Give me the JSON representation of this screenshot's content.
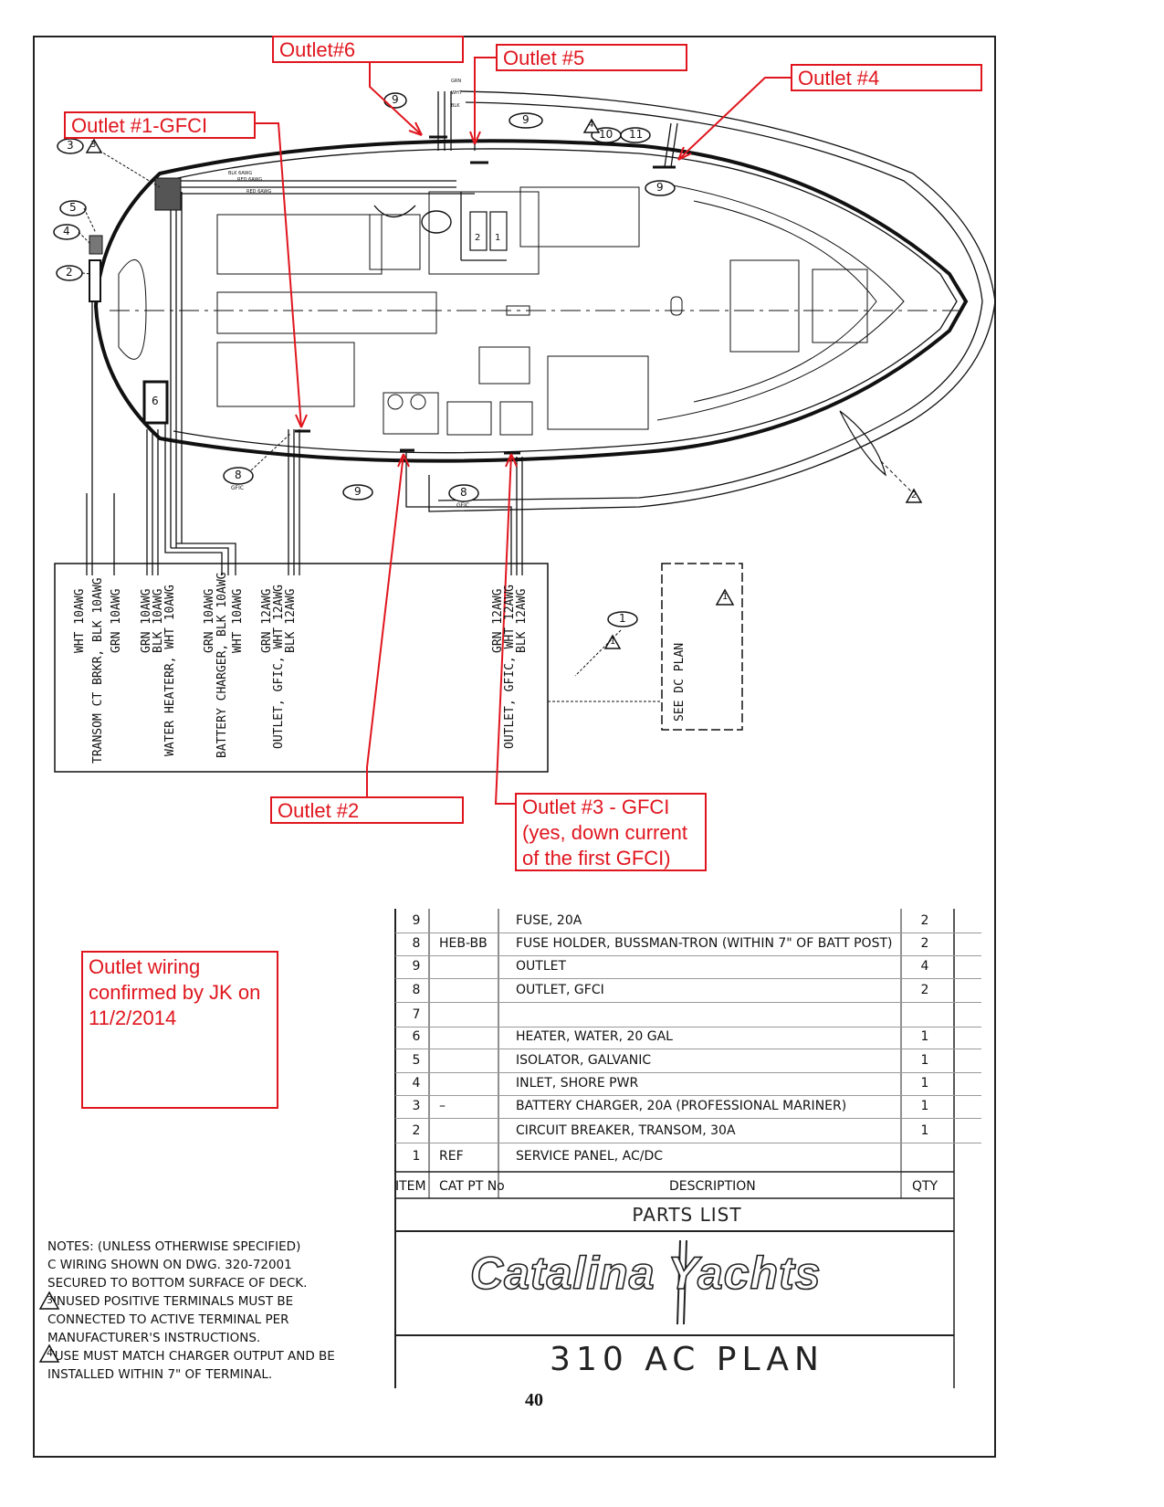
{
  "annotations": {
    "outlet6": "Outlet#6",
    "outlet5": "Outlet #5",
    "outlet4": "Outlet #4",
    "outlet1": "Outlet #1-GFCI",
    "outlet2": "Outlet #2",
    "outlet3_line1": "Outlet #3 - GFCI",
    "outlet3_line2": "(yes, down current",
    "outlet3_line3": "of the first GFCI)",
    "confirm_line1": "Outlet wiring",
    "confirm_line2": "confirmed by JK on",
    "confirm_line3": "11/2/2014"
  },
  "wiring_labels": {
    "w1": "WHT 10AWG",
    "w2": "TRANSOM CT BRKR, BLK 10AWG",
    "w3": "GRN 10AWG",
    "w4": "GRN 10AWG",
    "w5": "BLK 10AWG",
    "w6": "WATER HEATERR, WHT 10AWG",
    "w7": "GRN 10AWG",
    "w8": "BATTERY CHARGER, BLK 10AWG",
    "w9": "WHT 10AWG",
    "w10": "GRN 12AWG",
    "w11": "OUTLET, GFIC, WHT 12AWG",
    "w12": "BLK 12AWG",
    "w13": "GRN 12AWG",
    "w14": "OUTLET, GFIC, WHT 12AWG",
    "w15": "BLK 12AWG",
    "see_dc": "SEE DC PLAN"
  },
  "callouts": {
    "c9a": "9",
    "c9b": "9",
    "c9c": "9",
    "c9d": "9",
    "c10": "10",
    "c11": "11",
    "c4tri": "4",
    "c3": "3",
    "c3tri": "3",
    "c5": "5",
    "c4": "4",
    "c2": "2",
    "c6": "6",
    "c8a": "8",
    "c8b": "8",
    "c1": "1",
    "c1tri": "1",
    "c2tri": "2",
    "gfic_a": "GFIC",
    "gfic_b": "GFIC",
    "bat1": "1",
    "bat2": "2",
    "grn": "GRN",
    "wht": "WHT",
    "blk": "BLK",
    "blk6": "BLK 6AWG",
    "red6": "RED 6AWG",
    "red": "RED 6AWG"
  },
  "parts_list": {
    "rows": [
      {
        "item": "9",
        "cat": "",
        "desc": "FUSE, 20A",
        "qty": "2"
      },
      {
        "item": "8",
        "cat": "HEB-BB",
        "desc": "FUSE HOLDER, BUSSMAN-TRON (WITHIN 7\" OF BATT POST)",
        "qty": "2"
      },
      {
        "item": "9",
        "cat": "",
        "desc": "OUTLET",
        "qty": "4"
      },
      {
        "item": "8",
        "cat": "",
        "desc": "OUTLET, GFCI",
        "qty": "2"
      },
      {
        "item": "7",
        "cat": "",
        "desc": "",
        "qty": ""
      },
      {
        "item": "6",
        "cat": "",
        "desc": "HEATER, WATER, 20 GAL",
        "qty": "1"
      },
      {
        "item": "5",
        "cat": "",
        "desc": "ISOLATOR, GALVANIC",
        "qty": "1"
      },
      {
        "item": "4",
        "cat": "",
        "desc": "INLET, SHORE PWR",
        "qty": "1"
      },
      {
        "item": "3",
        "cat": "–",
        "desc": "BATTERY CHARGER, 20A (PROFESSIONAL MARINER)",
        "qty": "1"
      },
      {
        "item": "2",
        "cat": "",
        "desc": "CIRCUIT BREAKER, TRANSOM, 30A",
        "qty": "1"
      },
      {
        "item": "1",
        "cat": "REF",
        "desc": "SERVICE PANEL,  AC/DC",
        "qty": ""
      }
    ],
    "header": {
      "item": "ITEM",
      "cat": "CAT PT No",
      "desc": "DESCRIPTION",
      "qty": "QTY"
    },
    "title": "PARTS LIST"
  },
  "notes": {
    "line1": "NOTES: (UNLESS OTHERWISE SPECIFIED)",
    "line2": "  C WIRING SHOWN ON DWG. 320-72001",
    "line3": "  SECURED TO BOTTOM SURFACE OF DECK.",
    "line4": "  UNUSED POSITIVE TERMINALS MUST BE",
    "line5": "  CONNECTED TO ACTIVE TERMINAL PER",
    "line6": "  MANUFACTURER'S INSTRUCTIONS.",
    "line7": "  FUSE MUST MATCH CHARGER OUTPUT AND BE",
    "line8": "  INSTALLED WITHIN 7\" OF TERMINAL.",
    "tri3": "3",
    "tri4": "4"
  },
  "title_block": {
    "logo": "Catalina Yachts",
    "drawing_title": "310 AC PLAN",
    "page_number": "40"
  },
  "colors": {
    "annotation_red": "#e0161e",
    "line": "#222222"
  }
}
